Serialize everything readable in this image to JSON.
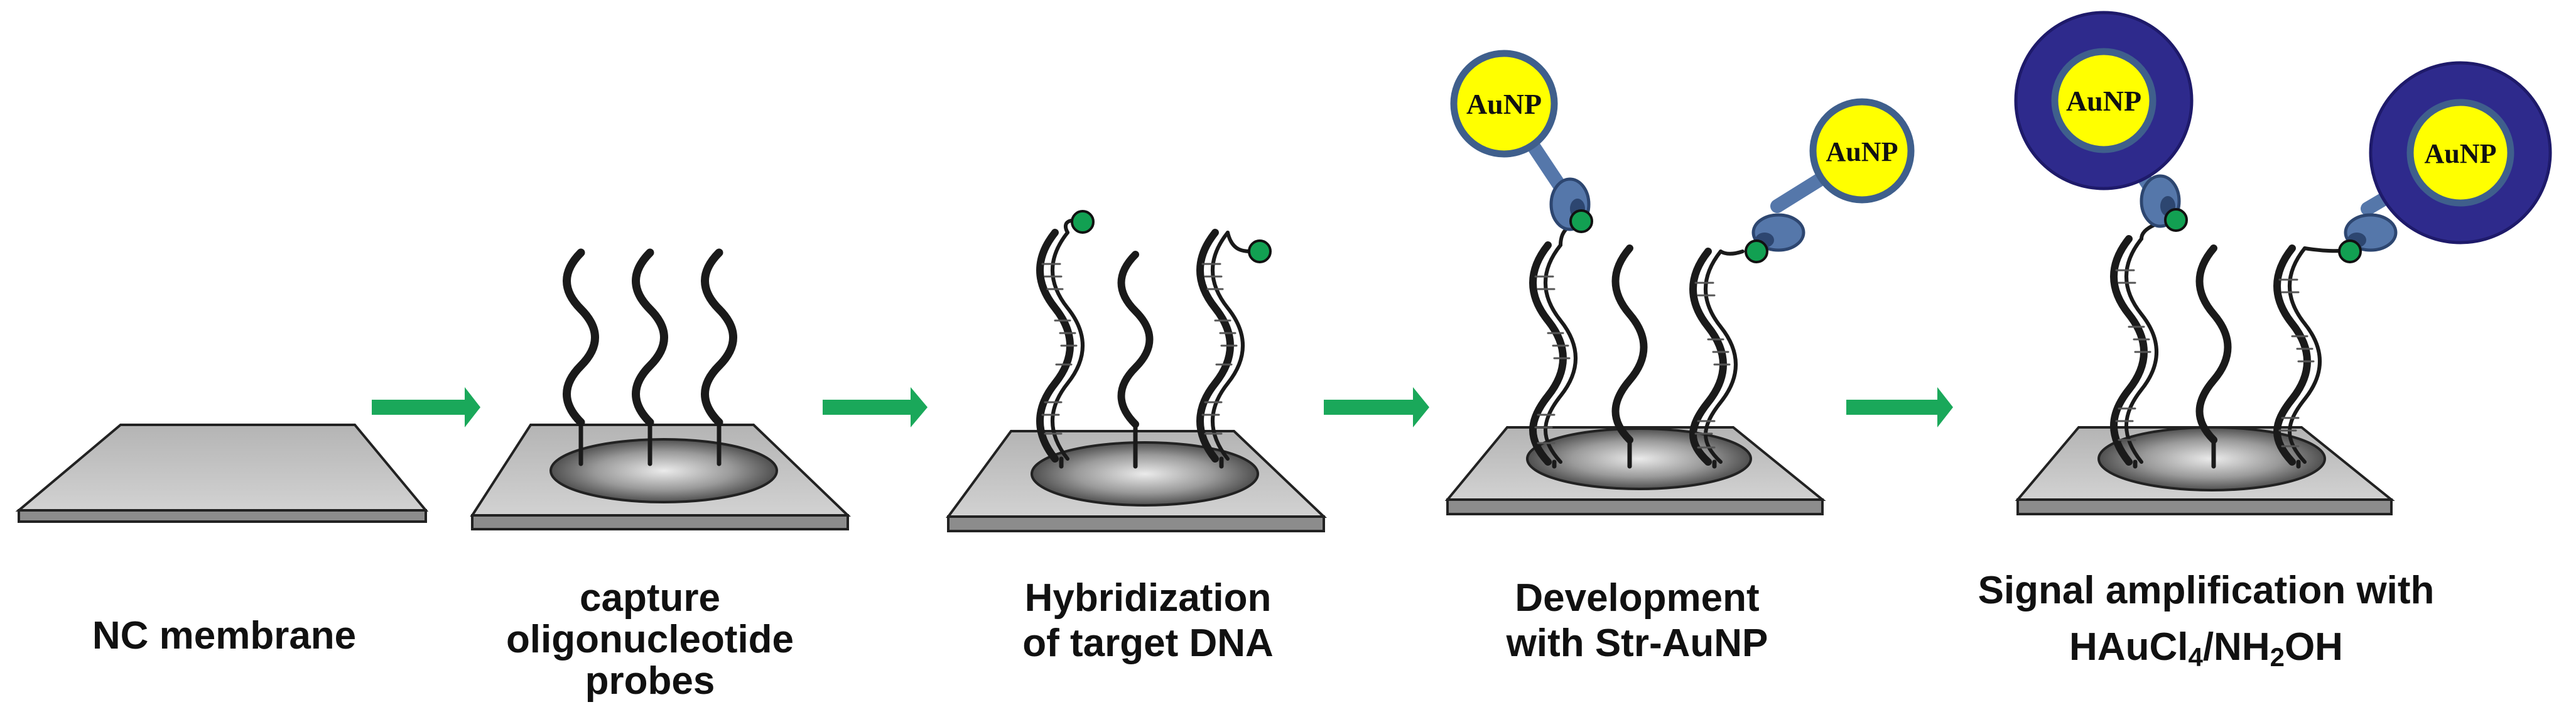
{
  "colors": {
    "arrow": "#1aa85a",
    "membrane_top": "#c4c4c4",
    "membrane_side": "#8c8c8c",
    "spot_dark": "#3c3c3c",
    "strand": "#1a1a1a",
    "biotin": "#12a052",
    "streptavidin": "#5577aa",
    "aunp_fill": "#ffff00",
    "aunp_ring": "#3f5f8c",
    "shell": "#2e2a8c"
  },
  "steps": [
    {
      "caption_lines": [
        "NC membrane"
      ]
    },
    {
      "caption_lines": [
        "capture",
        "oligonucleotide",
        "probes"
      ]
    },
    {
      "caption_lines": [
        "Hybridization",
        "of target DNA"
      ]
    },
    {
      "caption_lines": [
        "Development",
        "with Str-AuNP"
      ]
    },
    {
      "caption_lines": [
        "Signal amplification with"
      ],
      "formula": {
        "a": "HAuCl",
        "a_sub": "4",
        "b": "/NH",
        "b_sub": "2",
        "c": "OH"
      }
    }
  ],
  "particle_label": "AuNP",
  "icons": [
    "arrow-icon",
    "membrane-icon",
    "dna-strand-icon",
    "biotin-icon",
    "streptavidin-icon",
    "gold-nanoparticle-icon"
  ]
}
